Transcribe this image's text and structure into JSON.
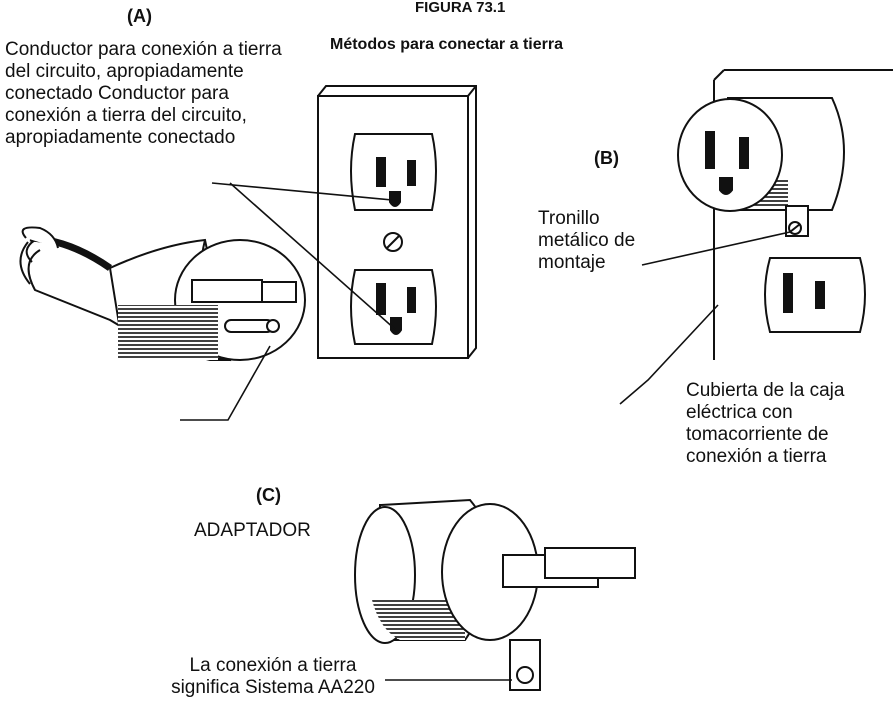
{
  "figure": {
    "title": "FIGURA 73.1",
    "subtitle": "Métodos para conectar a tierra"
  },
  "panels": {
    "a": {
      "label": "(A)",
      "callout": "Conductor para conexión a tierra del circuito, apropiadamente conectado Conductor para conexión a tierra del circuito, apropiadamente conectado"
    },
    "b": {
      "label": "(B)",
      "screw_callout": "Tronillo metálico de montaje",
      "cover_callout": "Cubierta de la caja eléctrica con tomacorriente de conexión a tierra"
    },
    "c": {
      "label": "(C)",
      "adapter_callout": "ADAPTADOR",
      "ground_callout": "La conexión a tierra significa Sistema AA220"
    }
  }
}
